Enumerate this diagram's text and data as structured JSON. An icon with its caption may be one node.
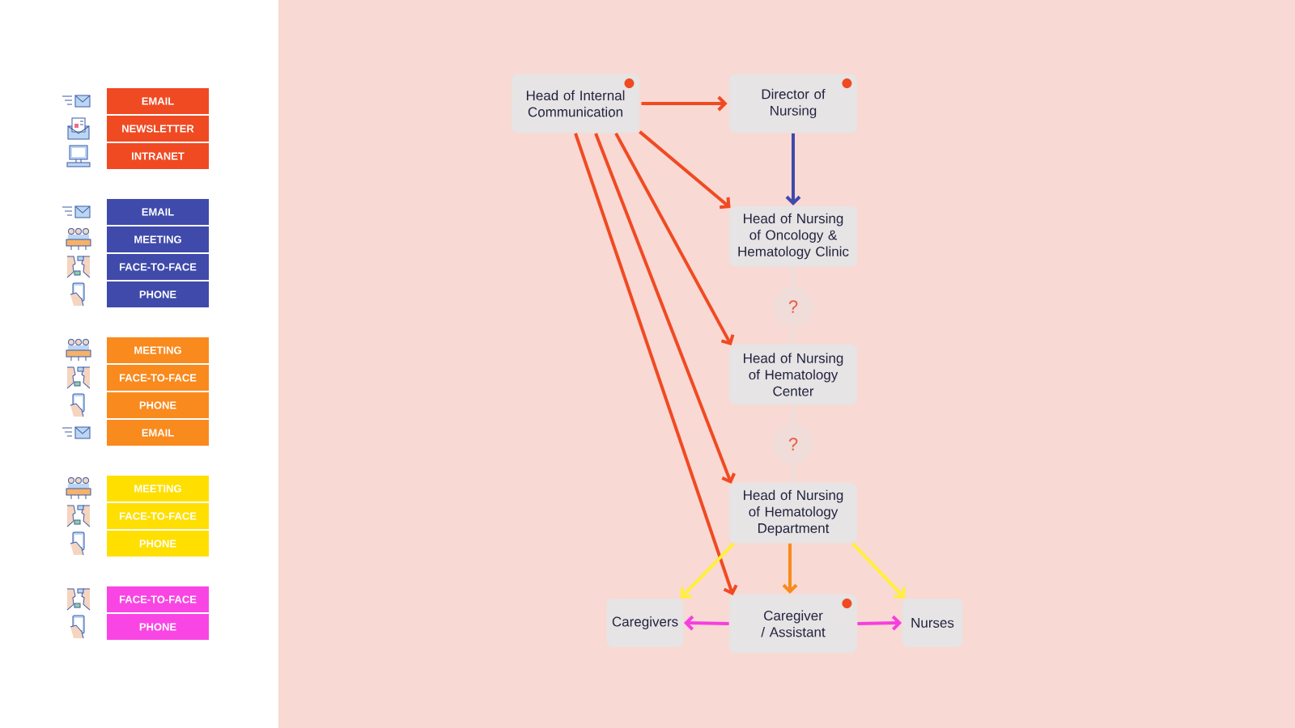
{
  "diagram": {
    "nodes": [
      {
        "text": [
          "Head of Internal Communication"
        ]
      },
      {
        "text": [
          "Director of Nursing"
        ]
      },
      {
        "text": [
          "Head of Nursing of Oncology & Hematology Clinic"
        ]
      },
      {
        "text": [
          "?"
        ]
      },
      {
        "text": [
          "Head of Nursing of Hematology Center"
        ]
      },
      {
        "text": [
          "?"
        ]
      },
      {
        "text": [
          "Head of Nursing of Hematology Department"
        ]
      },
      {
        "text": [
          "Caregivers"
        ]
      },
      {
        "text": [
          "Caregiver / Assistant"
        ]
      },
      {
        "text": [
          "Nurses"
        ]
      }
    ],
    "edges": [
      {
        "from": 0,
        "to": 1,
        "arrow": "to"
      },
      {
        "from": 0,
        "to": 2,
        "arrow": "to"
      },
      {
        "from": 0,
        "to": 4,
        "arrow": "to"
      },
      {
        "from": 0,
        "to": 6,
        "arrow": "to"
      },
      {
        "from": 0,
        "to": 8,
        "arrow": "to"
      },
      {
        "from": 1,
        "to": 2,
        "arrow": "to",
        "color": "#3f4aab"
      },
      {
        "from": 2,
        "to": 3,
        "arrow": "none",
        "color": "#ebdfdc"
      },
      {
        "from": 3,
        "to": 4,
        "arrow": "none",
        "color": "#ebdfdc"
      },
      {
        "from": 4,
        "to": 5,
        "arrow": "none",
        "color": "#ebdfdc"
      },
      {
        "from": 5,
        "to": 6,
        "arrow": "none",
        "color": "#ebdfdc"
      },
      {
        "from": 6,
        "to": 7,
        "arrow": "to",
        "color": "#fff03a"
      },
      {
        "from": 6,
        "to": 8,
        "arrow": "to",
        "color": "#f98a1e"
      },
      {
        "from": 6,
        "to": 9,
        "arrow": "to",
        "color": "#fff03a"
      },
      {
        "from": 8,
        "to": 7,
        "arrow": "to",
        "color": "#f53fe0"
      },
      {
        "from": 8,
        "to": 9,
        "arrow": "to",
        "color": "#f53fe0"
      }
    ],
    "legend": [
      {
        "text": "EMAIL",
        "color": "#f04a23"
      },
      {
        "text": "NEWSLETTER",
        "color": "#f04a23"
      },
      {
        "text": "INTRANET",
        "color": "#f04a23"
      },
      {
        "text": "EMAIL",
        "color": "#3f4aab"
      },
      {
        "text": "MEETING",
        "color": "#3f4aab"
      },
      {
        "text": "FACE-TO-FACE",
        "color": "#3f4aab"
      },
      {
        "text": "PHONE",
        "color": "#3f4aab"
      },
      {
        "text": "MEETING",
        "color": "#f98a1e"
      },
      {
        "text": "FACE-TO-FACE",
        "color": "#f98a1e"
      },
      {
        "text": "PHONE",
        "color": "#f98a1e"
      },
      {
        "text": "EMAIL",
        "color": "#f98a1e"
      },
      {
        "text": "MEETING",
        "color": "#ffdf00"
      },
      {
        "text": "FACE-TO-FACE",
        "color": "#ffdf00"
      },
      {
        "text": "PHONE",
        "color": "#ffdf00"
      },
      {
        "text": "FACE-TO-FACE",
        "color": "#f945e4"
      },
      {
        "text": "PHONE",
        "color": "#f945e4"
      }
    ]
  }
}
